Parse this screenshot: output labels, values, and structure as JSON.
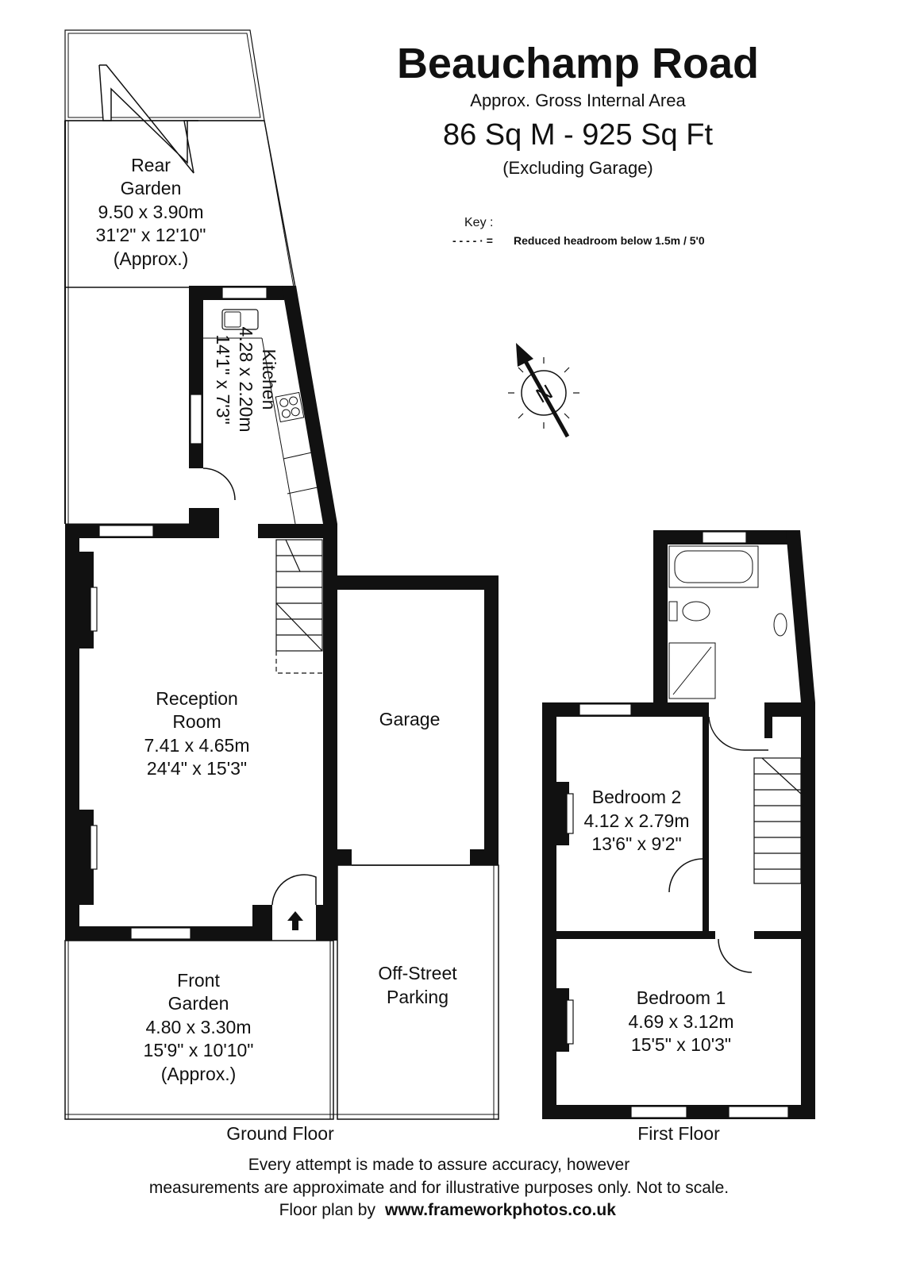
{
  "header": {
    "title": "Beauchamp Road",
    "area_label": "Approx. Gross Internal Area",
    "area_value": "86 Sq M - 925 Sq Ft",
    "area_note": "(Excluding Garage)"
  },
  "key": {
    "title": "Key :",
    "symbol": "- - - - · =",
    "description": "Reduced  headroom below 1.5m / 5'0"
  },
  "compass": {
    "label": "N"
  },
  "ground_floor": {
    "label": "Ground Floor",
    "rear_garden": [
      "Rear",
      "Garden",
      "9.50 x 3.90m",
      "31'2\" x 12'10\"",
      "(Approx.)"
    ],
    "kitchen": [
      "Kitchen",
      "4.28 x 2.20m",
      "14'1\" x 7'3\""
    ],
    "reception": [
      "Reception",
      "Room",
      "7.41 x 4.65m",
      "24'4\" x 15'3\""
    ],
    "garage": [
      "Garage"
    ],
    "parking": [
      "Off-Street",
      "Parking"
    ],
    "front_garden": [
      "Front",
      "Garden",
      "4.80 x 3.30m",
      "15'9\" x 10'10\"",
      "(Approx.)"
    ]
  },
  "first_floor": {
    "label": "First Floor",
    "bedroom2": [
      "Bedroom 2",
      "4.12 x 2.79m",
      "13'6\" x 9'2\""
    ],
    "bedroom1": [
      "Bedroom 1",
      "4.69 x 3.12m",
      "15'5\" x 10'3\""
    ]
  },
  "footer": {
    "line1": "Every attempt is made to assure accuracy, however",
    "line2": "measurements are approximate and for illustrative purposes only. Not to scale.",
    "credit_label": "Floor plan by",
    "credit_url": "www.frameworkphotos.co.uk"
  }
}
